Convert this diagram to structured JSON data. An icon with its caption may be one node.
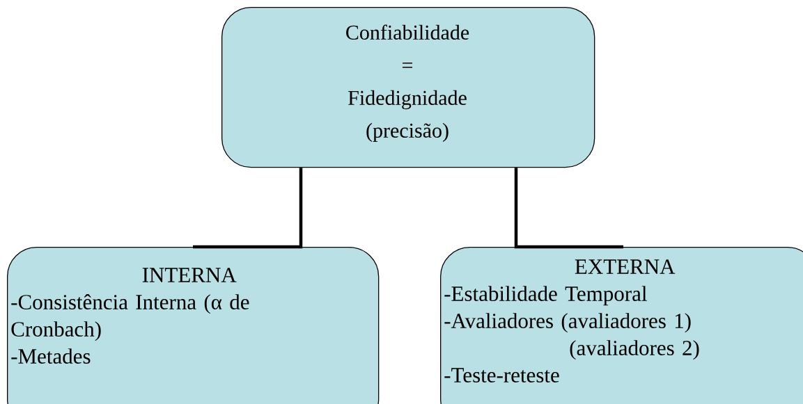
{
  "diagram": {
    "nodes": [
      {
        "text": [
          "Confiabilidade",
          "=",
          "Fidedignidade",
          "(precisão)"
        ]
      },
      {
        "text": [
          "INTERNA",
          "-Consistência Interna (α de Cronbach)",
          "-Metades"
        ]
      },
      {
        "text": [
          "EXTERNA",
          "-Estabilidade Temporal",
          "-Avaliadores (avaliadores 1)",
          "(avaliadores 2)",
          "-Teste-reteste"
        ]
      }
    ],
    "edges": [
      {
        "from": 0,
        "to": 1,
        "arrow": "none"
      },
      {
        "from": 0,
        "to": 2,
        "arrow": "none"
      }
    ]
  }
}
